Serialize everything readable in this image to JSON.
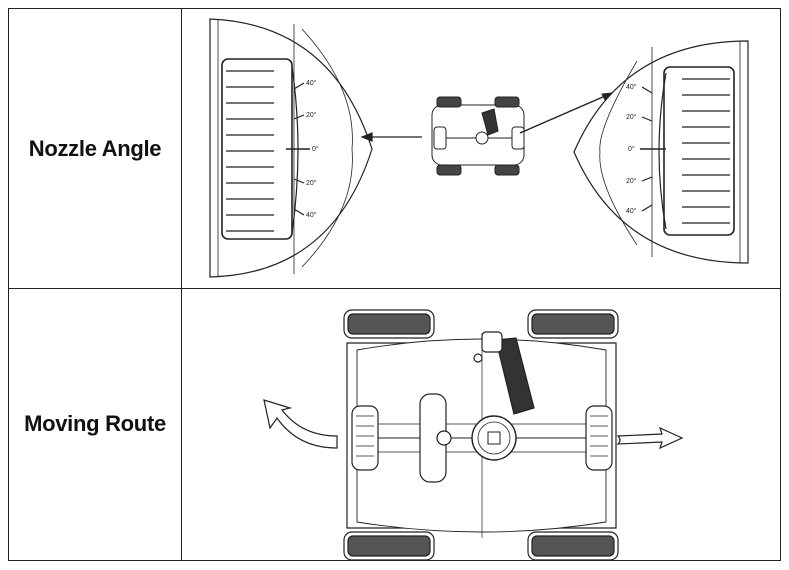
{
  "table": {
    "rows": [
      {
        "label": "Nozzle  Angle"
      },
      {
        "label": "Moving Route"
      }
    ]
  },
  "nozzle": {
    "left_ticks": [
      "40°",
      "20°",
      "0°",
      "20°",
      "40°"
    ],
    "right_ticks": [
      "40°",
      "20°",
      "0°",
      "20°",
      "40°"
    ]
  }
}
